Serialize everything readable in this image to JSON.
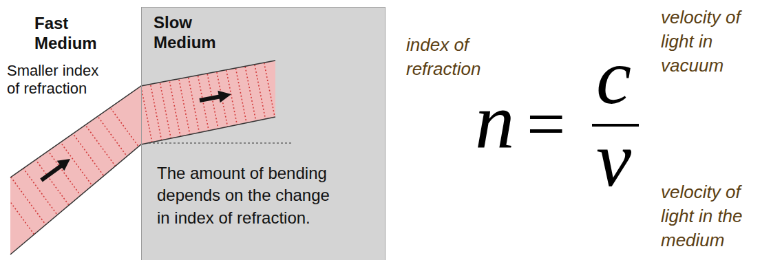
{
  "diagram": {
    "nodes": [
      {
        "text": [
          "Slow Medium",
          "The amount of bending depends on the change in index of refraction."
        ]
      }
    ],
    "labels": [
      "Fast Medium",
      "Smaller index of refraction",
      "index of refraction",
      "velocity of light in vacuum",
      "n",
      "=",
      "c",
      "v",
      "velocity of light in the medium"
    ]
  }
}
